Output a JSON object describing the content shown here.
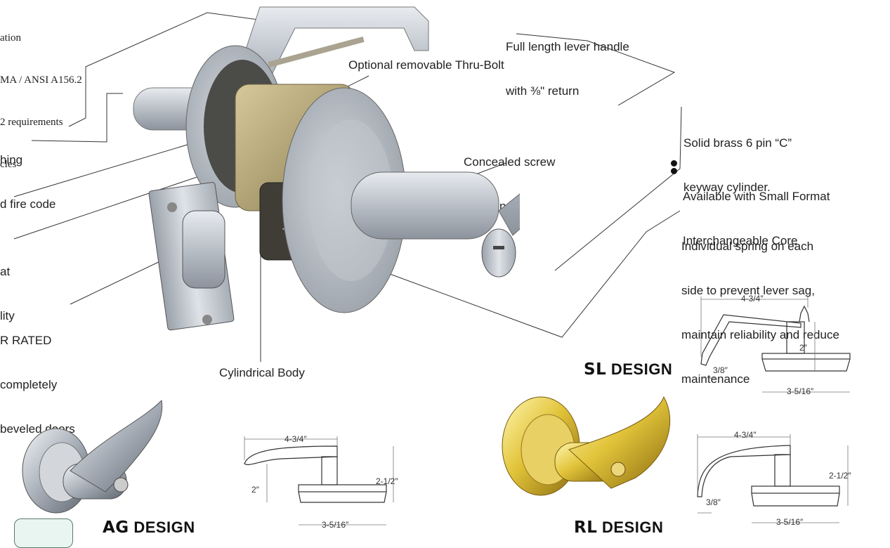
{
  "callouts": {
    "top_left_serif": [
      "ation",
      "MA / ANSI A156.2",
      "2 requirements",
      "cles"
    ],
    "left_1": [
      "hing",
      "d fire code"
    ],
    "left_2": [
      "at",
      "lity"
    ],
    "left_3": [
      "R RATED",
      "completely",
      "beveled doors"
    ],
    "full_length": [
      "Full length lever handle",
      "with ⅜\" return"
    ],
    "thru_bolt": "Optional removable Thru-Bolt",
    "concealed": [
      "Concealed screw",
      "mounting"
    ],
    "solid_brass": [
      "Solid brass 6 pin “C”",
      "keyway cylinder."
    ],
    "small_format": [
      "Available with Small Format",
      "Interchangeable Core"
    ],
    "individual_spring": [
      "Individual spring on each",
      "side to prevent lever sag,",
      "maintain reliability and reduce",
      "maintenance"
    ],
    "cylindrical_body": "Cylindrical Body"
  },
  "designs": {
    "sl": {
      "code": "SL",
      "label": "DESIGN"
    },
    "ag": {
      "code": "AG",
      "label": "DESIGN"
    },
    "rl": {
      "code": "RL",
      "label": "DESIGN"
    }
  },
  "dimensions": {
    "sl": {
      "width": "4-3/4″",
      "height": "2″",
      "offset": "3/8″",
      "rose": "3-5/16″"
    },
    "ag": {
      "width": "4-3/4″",
      "height_inner": "2″",
      "height_total": "2-1/2″",
      "rose": "3-5/16″"
    },
    "rl": {
      "width": "4-3/4″",
      "height_total": "2-1/2″",
      "offset": "3/8″",
      "rose": "3-5/16″"
    }
  },
  "colors": {
    "chrome": "#c7ccd3",
    "brass": "#e6c840",
    "green_box": "#e9f5f0"
  }
}
